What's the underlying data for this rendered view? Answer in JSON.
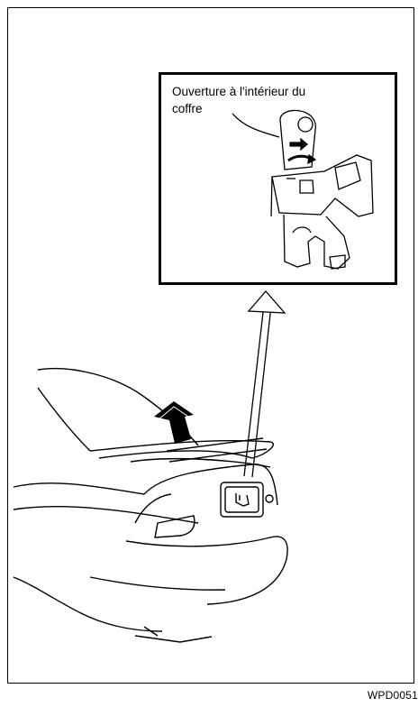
{
  "figure": {
    "callout_line1": "Ouverture à l'intérieur du",
    "callout_line2": "coffre",
    "reference_code": "WPD0051"
  },
  "icons": {
    "up_arrow": "up-arrow-icon",
    "latch": "trunk-latch-icon",
    "hand": "hand-icon"
  }
}
